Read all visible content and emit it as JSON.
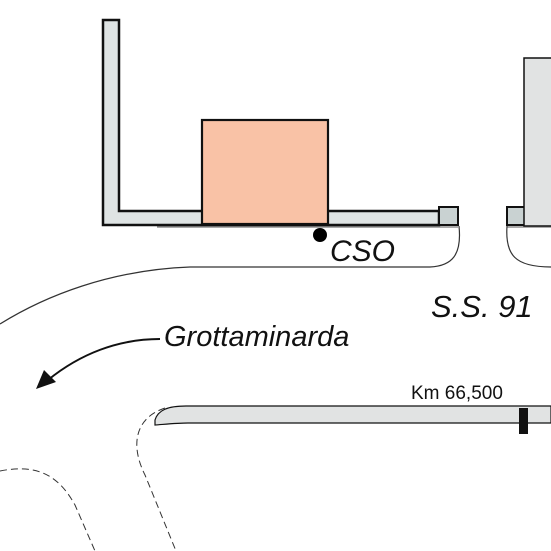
{
  "labels": {
    "cso": "CSO",
    "road": "S.S. 91",
    "direction": "Grottaminarda",
    "milestone": "Km 66,500"
  },
  "colors": {
    "building_fill": "#f9c2a6",
    "wall_fill": "#dfe4e4",
    "road_fill": "#e1e3e3",
    "outline": "#111111",
    "background": "#ffffff"
  },
  "features": [
    "building",
    "wall",
    "manhole",
    "cso-point",
    "direction-arrow",
    "road-edge",
    "dashed-road-edge",
    "km-marker"
  ]
}
